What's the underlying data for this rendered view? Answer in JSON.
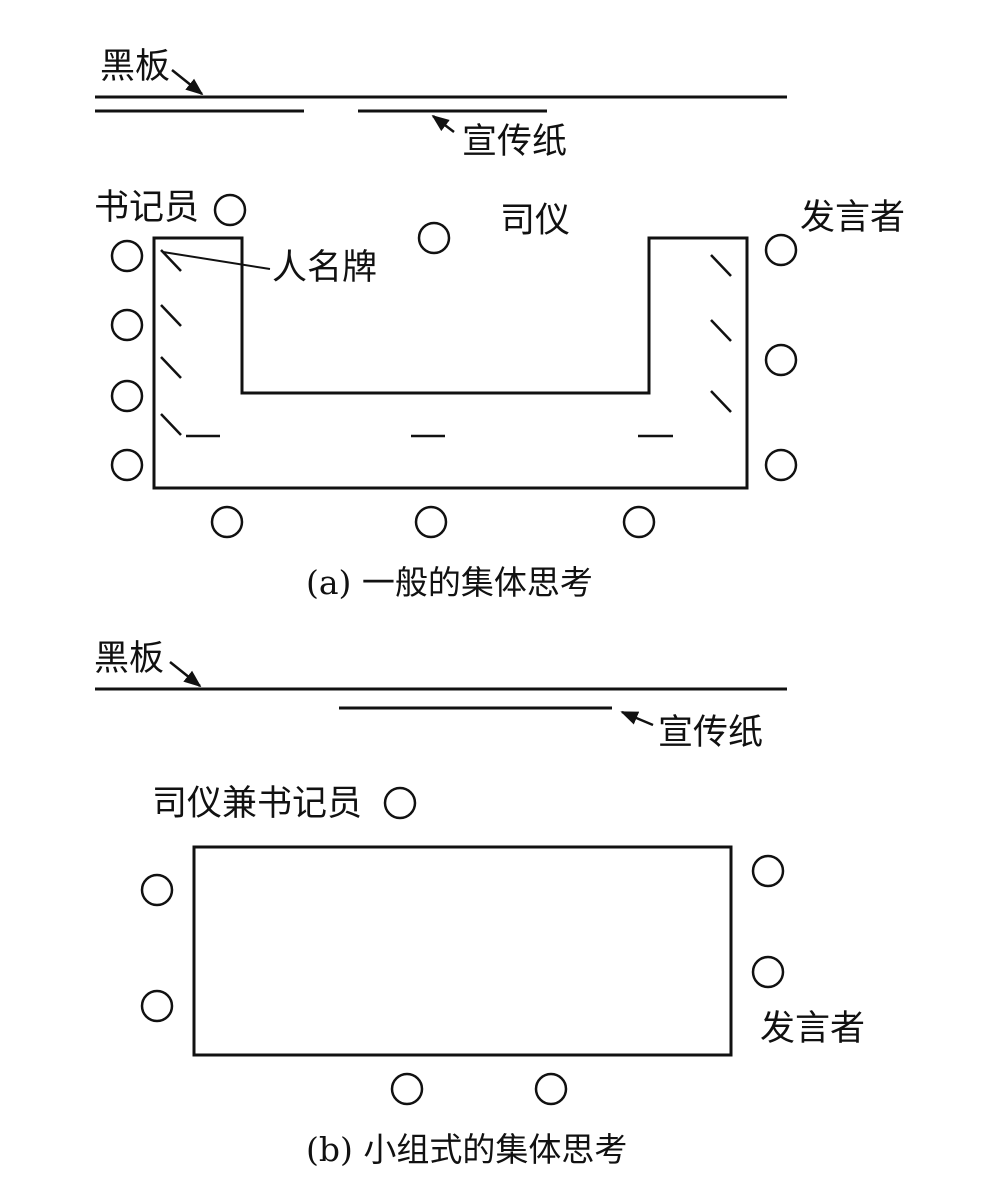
{
  "diagram_a": {
    "labels": {
      "blackboard": "黑板",
      "poster_paper": "宣传纸",
      "recorder": "书记员",
      "moderator": "司仪",
      "speaker": "发言者",
      "name_card": "人名牌"
    },
    "caption": "(a) 一般的集体思考"
  },
  "diagram_b": {
    "labels": {
      "blackboard": "黑板",
      "poster_paper": "宣传纸",
      "moderator_recorder": "司仪兼书记员",
      "speaker": "发言者"
    },
    "caption": "(b) 小组式的集体思考"
  },
  "colors": {
    "ink": "#111111",
    "background": "#ffffff"
  }
}
